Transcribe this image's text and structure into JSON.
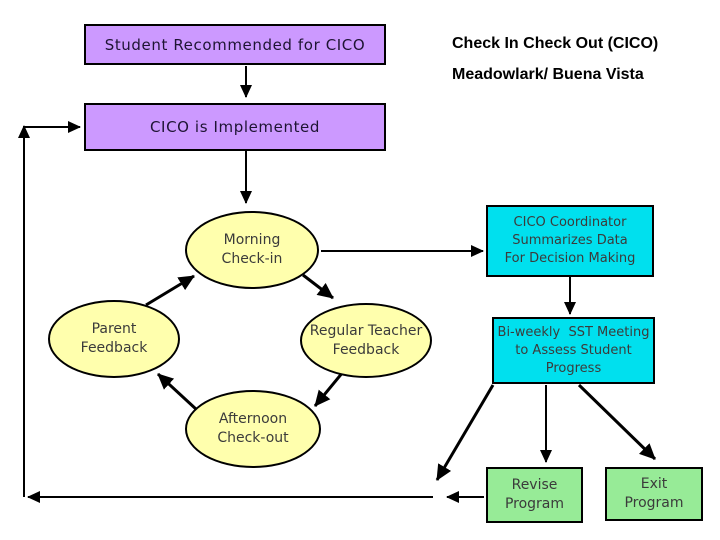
{
  "title": {
    "line1": "Check In Check Out (CICO)",
    "line2": "Meadowlark/ Buena Vista"
  },
  "colors": {
    "purple": "#CC99FF",
    "yellow": "#FFFFAD",
    "cyan": "#00E0EE",
    "green": "#97EB97",
    "line": "#000000",
    "shape_text": "#3B3B3B",
    "title_text": "#000000"
  },
  "nodes": {
    "student_recommended": {
      "label": "Student Recommended for CICO"
    },
    "cico_implemented": {
      "label": "CICO is Implemented"
    },
    "morning_checkin": {
      "line1": "Morning",
      "line2": "Check-in"
    },
    "parent_feedback": {
      "line1": "Parent",
      "line2": "Feedback"
    },
    "regular_teacher_feedback": {
      "line1": "Regular Teacher",
      "line2": "Feedback"
    },
    "afternoon_checkout": {
      "line1": "Afternoon",
      "line2": "Check-out"
    },
    "cico_coordinator": {
      "line1": "CICO Coordinator",
      "line2": "Summarizes Data",
      "line3": "For Decision Making"
    },
    "sst_meeting": {
      "line1": "Bi-weekly  SST Meeting",
      "line2": "to Assess Student",
      "line3": "Progress"
    },
    "revise_program": {
      "line1": "Revise",
      "line2": "Program"
    },
    "exit_program": {
      "line1": "Exit",
      "line2": "Program"
    }
  },
  "edges": [
    {
      "from": "student_recommended",
      "to": "cico_implemented"
    },
    {
      "from": "cico_implemented",
      "to": "morning_checkin"
    },
    {
      "from": "parent_feedback",
      "to": "morning_checkin"
    },
    {
      "from": "morning_checkin",
      "to": "regular_teacher_feedback"
    },
    {
      "from": "regular_teacher_feedback",
      "to": "afternoon_checkout"
    },
    {
      "from": "afternoon_checkout",
      "to": "parent_feedback"
    },
    {
      "from": "morning_checkin",
      "to": "cico_coordinator"
    },
    {
      "from": "cico_coordinator",
      "to": "sst_meeting"
    },
    {
      "from": "sst_meeting",
      "to": "revise_program"
    },
    {
      "from": "sst_meeting",
      "to": "exit_program"
    },
    {
      "from": "sst_meeting",
      "to": "feedback_loop"
    },
    {
      "from": "revise_program",
      "to": "cico_implemented"
    }
  ]
}
